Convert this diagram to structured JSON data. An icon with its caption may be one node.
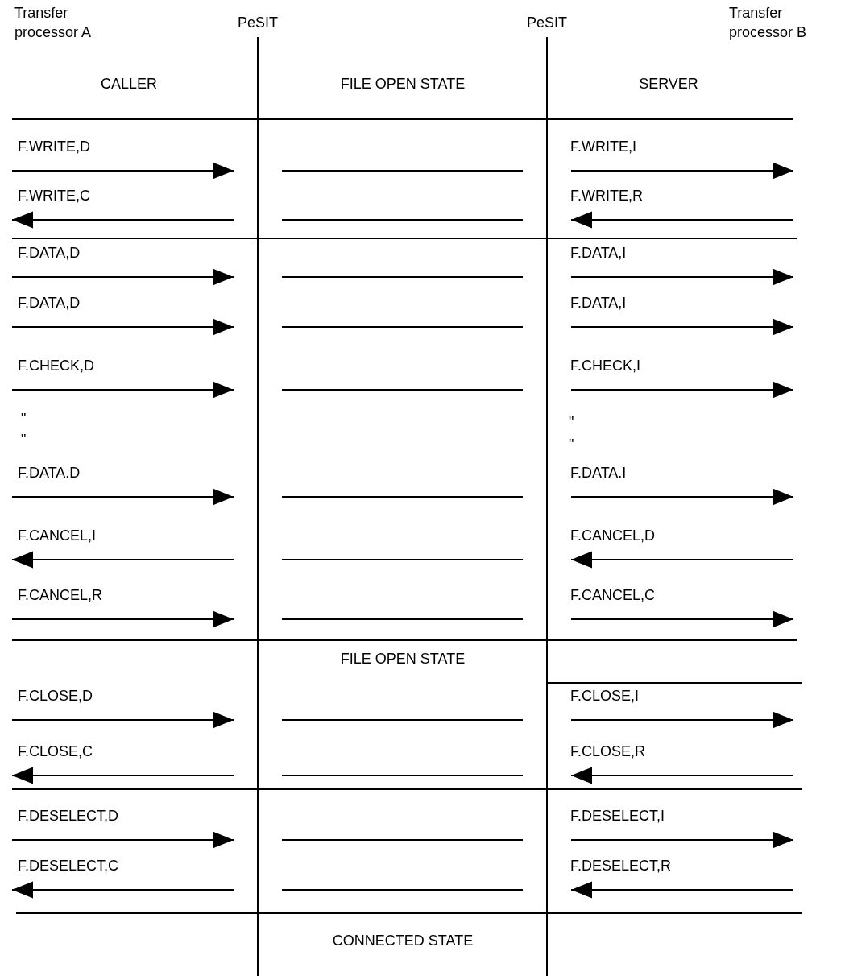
{
  "diagram": {
    "nodes": [
      {
        "text": [
          "PeSIT"
        ]
      },
      {
        "text": [
          "PeSIT"
        ]
      }
    ],
    "edges": [
      {
        "from": null,
        "to": 0,
        "arrow": "to",
        "label": "F.WRITE,D"
      },
      {
        "from": 0,
        "to": 1,
        "arrow": "none"
      },
      {
        "from": 1,
        "to": null,
        "arrow": "to",
        "label": "F.WRITE,I"
      },
      {
        "from": 0,
        "to": null,
        "arrow": "to",
        "label": "F.WRITE,C"
      },
      {
        "from": 0,
        "to": 1,
        "arrow": "none"
      },
      {
        "from": null,
        "to": 1,
        "arrow": "to",
        "label": "F.WRITE,R"
      },
      {
        "from": null,
        "to": 0,
        "arrow": "to",
        "label": "F.DATA,D"
      },
      {
        "from": 0,
        "to": 1,
        "arrow": "none"
      },
      {
        "from": 1,
        "to": null,
        "arrow": "to",
        "label": "F.DATA,I"
      },
      {
        "from": null,
        "to": 0,
        "arrow": "to",
        "label": "F.DATA,D"
      },
      {
        "from": 0,
        "to": 1,
        "arrow": "none"
      },
      {
        "from": 1,
        "to": null,
        "arrow": "to",
        "label": "F.DATA,I"
      },
      {
        "from": null,
        "to": 0,
        "arrow": "to",
        "label": "F.CHECK,D"
      },
      {
        "from": 0,
        "to": 1,
        "arrow": "none"
      },
      {
        "from": 1,
        "to": null,
        "arrow": "to",
        "label": "F.CHECK,I"
      },
      {
        "from": null,
        "to": 0,
        "arrow": "to",
        "label": "F.DATA.D"
      },
      {
        "from": 0,
        "to": 1,
        "arrow": "none"
      },
      {
        "from": 1,
        "to": null,
        "arrow": "to",
        "label": "F.DATA.I"
      },
      {
        "from": 0,
        "to": null,
        "arrow": "to",
        "label": "F.CANCEL,I"
      },
      {
        "from": 0,
        "to": 1,
        "arrow": "none"
      },
      {
        "from": null,
        "to": 1,
        "arrow": "to",
        "label": "F.CANCEL,D"
      },
      {
        "from": null,
        "to": 0,
        "arrow": "to",
        "label": "F.CANCEL,R"
      },
      {
        "from": 0,
        "to": 1,
        "arrow": "none"
      },
      {
        "from": 1,
        "to": null,
        "arrow": "to",
        "label": "F.CANCEL,C"
      },
      {
        "from": null,
        "to": 0,
        "arrow": "to",
        "label": "F.CLOSE,D"
      },
      {
        "from": 0,
        "to": 1,
        "arrow": "none"
      },
      {
        "from": 1,
        "to": null,
        "arrow": "to",
        "label": "F.CLOSE,I"
      },
      {
        "from": 0,
        "to": null,
        "arrow": "to",
        "label": "F.CLOSE,C"
      },
      {
        "from": 0,
        "to": 1,
        "arrow": "none"
      },
      {
        "from": null,
        "to": 1,
        "arrow": "to",
        "label": "F.CLOSE,R"
      },
      {
        "from": null,
        "to": 0,
        "arrow": "to",
        "label": "F.DESELECT,D"
      },
      {
        "from": 0,
        "to": 1,
        "arrow": "none"
      },
      {
        "from": 1,
        "to": null,
        "arrow": "to",
        "label": "F.DESELECT,I"
      },
      {
        "from": 0,
        "to": null,
        "arrow": "to",
        "label": "F.DESELECT,C"
      },
      {
        "from": 0,
        "to": 1,
        "arrow": "none"
      },
      {
        "from": null,
        "to": 1,
        "arrow": "to",
        "label": "F.DESELECT,R"
      }
    ],
    "labels": [
      "Transfer processor A",
      "Transfer processor B",
      "CALLER",
      "FILE OPEN STATE",
      "SERVER",
      "\"",
      "\"",
      "\"",
      "\"",
      "FILE OPEN STATE",
      "CONNECTED STATE"
    ]
  }
}
